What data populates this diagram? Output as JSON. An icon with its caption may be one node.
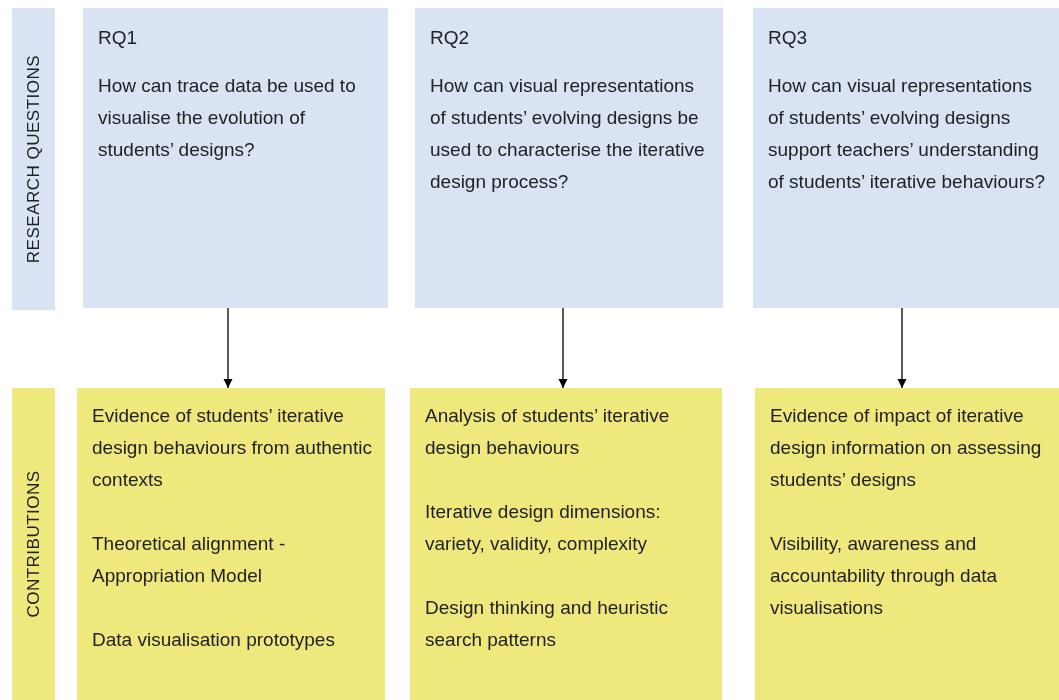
{
  "diagram": {
    "nodes": [
      {
        "text": [
          "RESEARCH QUESTIONS"
        ]
      },
      {
        "text": [
          "RQ1",
          "How can trace data be used to visualise the evolution of students’ designs?"
        ]
      },
      {
        "text": [
          "RQ2",
          "How can visual representations of students’ evolving designs be used to characterise the iterative design process?"
        ]
      },
      {
        "text": [
          "RQ3",
          "How can visual representations of students’ evolving designs support teachers’ understanding of students’ iterative behaviours?"
        ]
      },
      {
        "text": [
          "CONTRIBUTIONS"
        ]
      },
      {
        "text": [
          "Evidence of students’ iterative design behaviours from authentic contexts",
          "Theoretical alignment - Appropriation Model",
          "Data visualisation prototypes"
        ]
      },
      {
        "text": [
          "Analysis of students’ iterative design behaviours",
          "Iterative design dimensions: variety, validity, complexity",
          "Design thinking and heuristic search patterns"
        ]
      },
      {
        "text": [
          "Evidence of impact of iterative design information on assessing students’ designs",
          "Visibility, awareness and accountability through data visualisations"
        ]
      }
    ],
    "edges": [
      {
        "from": 1,
        "to": 5,
        "arrow": "to"
      },
      {
        "from": 2,
        "to": 6,
        "arrow": "to"
      },
      {
        "from": 3,
        "to": 7,
        "arrow": "to"
      }
    ]
  }
}
